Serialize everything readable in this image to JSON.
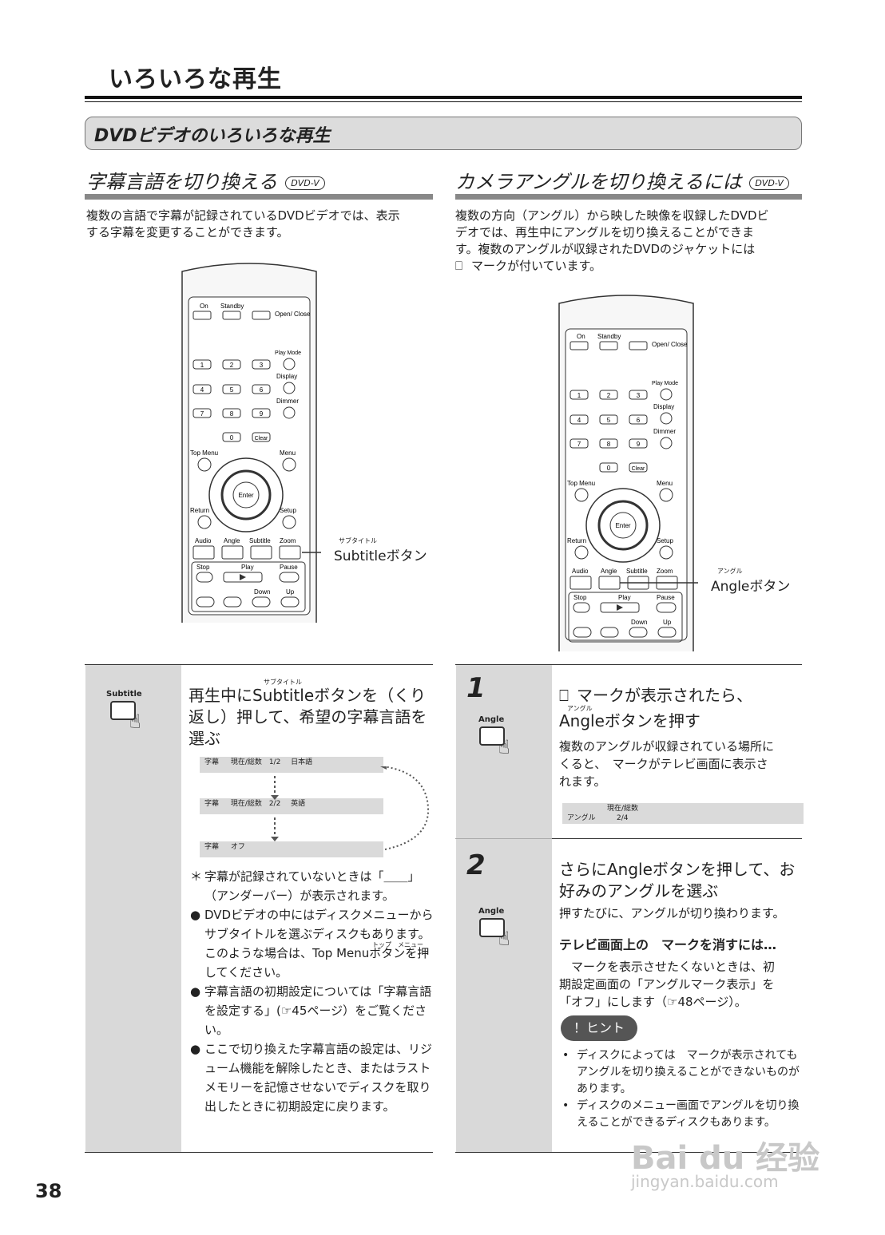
{
  "page": {
    "title": "いろいろな再生",
    "section": "DVDビデオのいろいろな再生",
    "page_number": "38"
  },
  "dvd_mark": "DVD-V",
  "left": {
    "heading": "字幕言語を切り換える",
    "intro": [
      "複数の言語で字幕が記録されているDVDビデオでは、表示",
      "する字幕を変更することができます。"
    ],
    "callout_ruby": "サブタイトル",
    "callout_label": "Subtitleボタン",
    "step_button_label": "Subtitle",
    "step_ruby": "サブタイトル",
    "step_heading": [
      "再生中にSubtitleボタンを（くり",
      "返し）押して、希望の字幕言語を",
      "選ぶ"
    ],
    "osd": [
      {
        "label": "字幕",
        "header": "現在/総数",
        "value": "1/2",
        "lang": "日本語"
      },
      {
        "label": "字幕",
        "header": "現在/総数",
        "value": "2/2",
        "lang": "英語"
      },
      {
        "label": "字幕",
        "header": "",
        "value": "オフ",
        "lang": ""
      }
    ],
    "notes": [
      {
        "marker": "＊",
        "text": "字幕が記録されていないときは「＿＿」（アンダーバー）が表示されます。"
      },
      {
        "marker": "●",
        "text": "DVDビデオの中にはディスクメニューからサブタイトルを選ぶディスクもあります。このような場合は、Top Menuボタンを押してください。"
      },
      {
        "marker": "●",
        "text": "字幕言語の初期設定については「字幕言語を設定する」(☞45ページ）をご覧ください。"
      },
      {
        "marker": "●",
        "text": "ここで切り換えた字幕言語の設定は、リジューム機能を解除したとき、またはラストメモリーを記憶させないでディスクを取り出したときに初期設定に戻ります。"
      }
    ],
    "top_menu_ruby": "トップ　メニュー"
  },
  "right": {
    "heading": "カメラアングルを切り換えるには",
    "intro": [
      "複数の方向（アングル）から映した映像を収録したDVDビ",
      "デオでは、再生中にアングルを切り換えることができま",
      "す。複数のアングルが収録されたDVDのジャケットには",
      "マークが付いています。"
    ],
    "callout_ruby": "アングル",
    "callout_label": "Angleボタン",
    "step1": {
      "number": "1",
      "button_label": "Angle",
      "heading_line1": "マークが表示されたら、",
      "ruby": "アングル",
      "heading_line2": "Angleボタンを押す",
      "body": [
        "複数のアングルが収録されている場所に",
        "くると、　マークがテレビ画面に表示さ",
        "れます。"
      ],
      "osd": {
        "label": "アングル",
        "header": "現在/総数",
        "value": "2/4"
      }
    },
    "step2": {
      "number": "2",
      "button_label": "Angle",
      "heading": [
        "さらにAngleボタンを押して、お",
        "好みのアングルを選ぶ"
      ],
      "body": "押すたびに、アングルが切り換わります。",
      "sub_heading": "テレビ画面上の　マークを消すには…",
      "sub_body": [
        "　マークを表示させたくないときは、初",
        "期設定画面の「アングルマーク表示」を",
        "「オフ」にします（☞48ページ）。"
      ],
      "hint_label": "！ヒント",
      "hints": [
        "ディスクによっては　マークが表示されてもアングルを切り換えることができないものがあります。",
        "ディスクのメニュー画面でアングルを切り換えることができるディスクもあります。"
      ]
    }
  },
  "remote": {
    "on": "On",
    "standby": "Standby",
    "open_close": "Open/ Close",
    "play_mode": "Play Mode",
    "display": "Display",
    "dimmer": "Dimmer",
    "numbers": [
      "1",
      "2",
      "3",
      "4",
      "5",
      "6",
      "7",
      "8",
      "9",
      "0"
    ],
    "clear": "Clear",
    "top_menu": "Top Menu",
    "menu": "Menu",
    "enter": "Enter",
    "return": "Return",
    "setup": "Setup",
    "audio": "Audio",
    "angle": "Angle",
    "subtitle": "Subtitle",
    "zoom": "Zoom",
    "stop": "Stop",
    "play": "Play",
    "pause": "Pause",
    "down": "Down",
    "up": "Up"
  },
  "watermark": {
    "line1": "Bai du 经验",
    "line2": "jingyan.baidu.com"
  }
}
